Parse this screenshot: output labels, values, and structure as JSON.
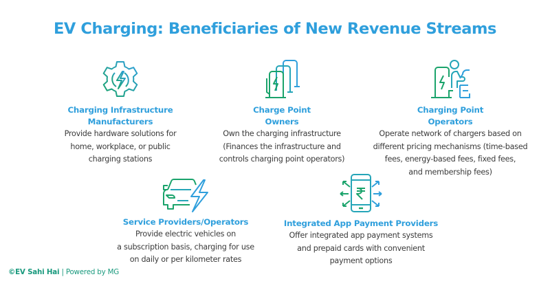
{
  "title": "EV Charging: Beneficiaries of New Revenue Streams",
  "colors": {
    "title_blue": "#2f9fdc",
    "icon_green": "#1aa36b",
    "icon_blue": "#2f9fdc",
    "body_text": "#3a3a3a",
    "footer_teal": "#1a9a7e"
  },
  "cards": [
    {
      "icon": "gear-lightning-icon",
      "heading": [
        "Charging Infrastructure",
        "Manufacturers"
      ],
      "description": [
        "Provide hardware solutions for",
        "home, workplace, or public",
        "charging stations"
      ]
    },
    {
      "icon": "charging-stations-icon",
      "heading": [
        "Charge Point",
        "Owners"
      ],
      "description": [
        "Own the charging infrastructure",
        "(Finances the infrastructure and",
        "controls charging point operators)"
      ]
    },
    {
      "icon": "operator-charging-car-icon",
      "heading": [
        "Charging Point",
        "Operators"
      ],
      "description": [
        "Operate network of chargers based on",
        "different pricing mechanisms (time-based",
        "fees, energy-based fees, fixed fees,",
        "and membership fees)"
      ]
    },
    {
      "icon": "car-lightning-icon",
      "heading": [
        "Service Providers/Operators"
      ],
      "description": [
        "Provide electric vehicles on",
        "a subscription basis, charging for use",
        "on daily or per kilometer rates"
      ]
    },
    {
      "icon": "phone-rupee-payment-icon",
      "heading": [
        "Integrated App Payment Providers"
      ],
      "description": [
        "Offer integrated app payment systems",
        "and prepaid cards with convenient",
        "payment options"
      ]
    }
  ],
  "footer": {
    "brand": "©EV Sahi Hai",
    "separator": " | ",
    "powered": "Powered by MG"
  }
}
